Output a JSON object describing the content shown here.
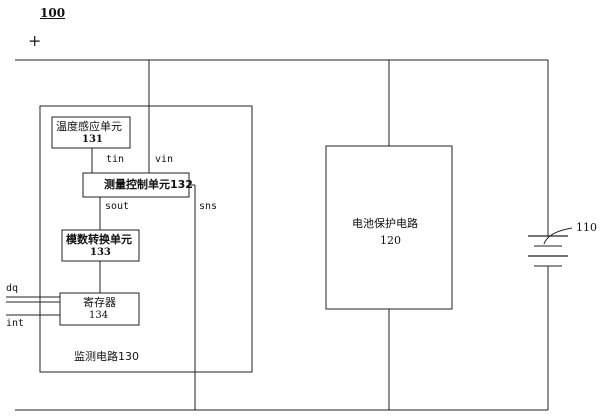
{
  "figure_ref": "100",
  "plus_sign": "+",
  "monitor": {
    "label": "监测电路130",
    "temp_unit": {
      "name": "温度感应单元",
      "num": "131"
    },
    "measure_unit": {
      "name": "测量控制单元132"
    },
    "adc_unit": {
      "name": "模数转换单元",
      "num": "133"
    },
    "register": {
      "name": "寄存器",
      "num": "134"
    }
  },
  "protect": {
    "name": "电池保护电路",
    "num": "120"
  },
  "battery": {
    "num": "110"
  },
  "signals": {
    "tin": "tin",
    "vin": "vin",
    "sout": "sout",
    "sns": "sns",
    "dq": "dq",
    "int": "int"
  }
}
